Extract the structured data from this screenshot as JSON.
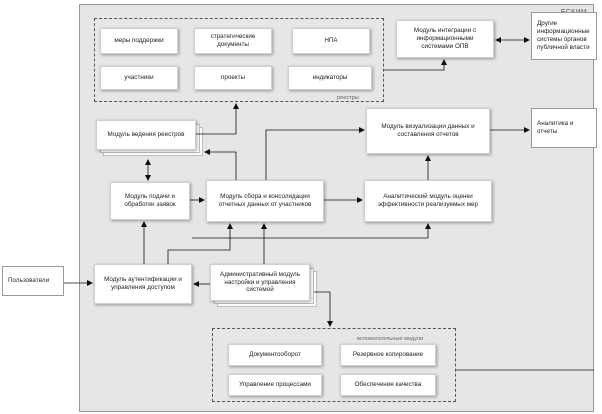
{
  "system": {
    "title": "ЕСКИМ"
  },
  "registries": {
    "label": "реестры",
    "items": [
      "меры поддержки",
      "стратегические документы",
      "НПА",
      "участники",
      "проекты",
      "индикаторы"
    ]
  },
  "modules": {
    "integration": "Модуль интеграции с информационными системами ОПВ",
    "registry": "Модуль ведения реестров",
    "visualization": "Модуль визуализации данных и составления отчетов",
    "requests": "Модуль подачи и обработки заявок",
    "collection": "Модуль сбора и консолидации отчетных данных от участников",
    "analytics": "Аналитический модуль оценки эффективности реализуемых мер",
    "auth": "Модуль аутентификации и управления доступом",
    "admin": "Административный модуль настройки и управления системой"
  },
  "external": {
    "other_systems": "Другие информационные системы органов публичной власти",
    "analytics_reports": "Аналитика и отчеты",
    "users": "Пользователи"
  },
  "auxiliary": {
    "label": "вспомогательные модули",
    "items": [
      "Документооборот",
      "Резервное копирование",
      "Управление процессами",
      "Обеспечение качества"
    ]
  }
}
